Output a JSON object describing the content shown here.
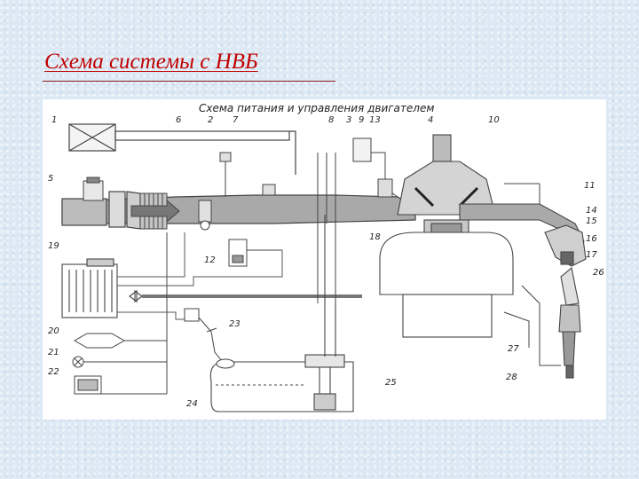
{
  "slide_title": "Схема системы с НВБ",
  "diagram": {
    "caption": "Схема питания и управления двигателем",
    "callouts": [
      "1",
      "2",
      "3",
      "4",
      "5",
      "6",
      "7",
      "8",
      "9",
      "10",
      "11",
      "12",
      "13",
      "14",
      "15",
      "16",
      "17",
      "18",
      "19",
      "20",
      "21",
      "22",
      "23",
      "24",
      "25",
      "26",
      "27",
      "28"
    ]
  },
  "colors": {
    "title": "#c00000",
    "background": "#dce9f4",
    "line": "#444444",
    "fill_gray": "#a9a9a9"
  }
}
